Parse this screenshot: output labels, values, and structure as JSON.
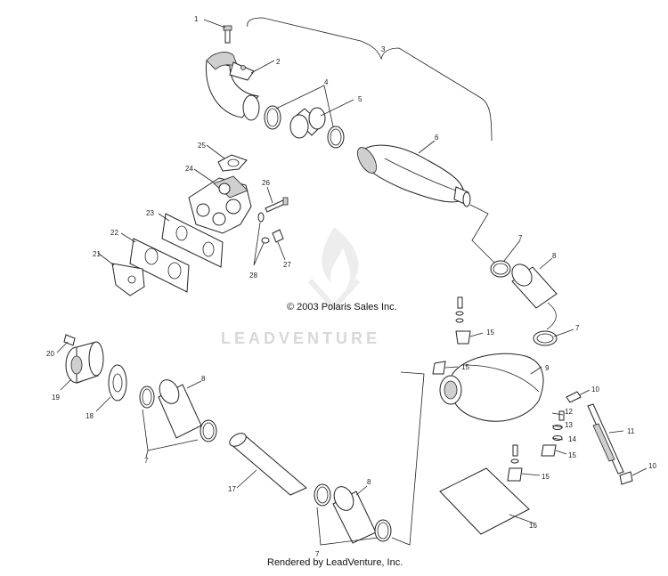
{
  "copyright": "© 2003 Polaris Sales Inc.",
  "watermark": "LEADVENTURE",
  "footer": "Rendered by LeadVenture, Inc.",
  "callouts": {
    "c1": "1",
    "c2": "2",
    "c3": "3",
    "c4": "4",
    "c5": "5",
    "c6": "6",
    "c7a": "7",
    "c7b": "7",
    "c7c": "7",
    "c7d": "7",
    "c8a": "8",
    "c8b": "8",
    "c8c": "8",
    "c9": "9",
    "c10a": "10",
    "c10b": "10",
    "c11": "11",
    "c12": "12",
    "c13": "13",
    "c14": "14",
    "c15a": "15",
    "c15b": "15",
    "c15c": "15",
    "c15d": "15",
    "c16": "16",
    "c17": "17",
    "c18": "18",
    "c19": "19",
    "c20": "20",
    "c21": "21",
    "c22": "22",
    "c23": "23",
    "c24": "24",
    "c25": "25",
    "c26": "26",
    "c27": "27",
    "c28": "28"
  },
  "colors": {
    "line": "#222222",
    "shade": "#cfcfcf",
    "watermark": "#d8d8d8"
  }
}
